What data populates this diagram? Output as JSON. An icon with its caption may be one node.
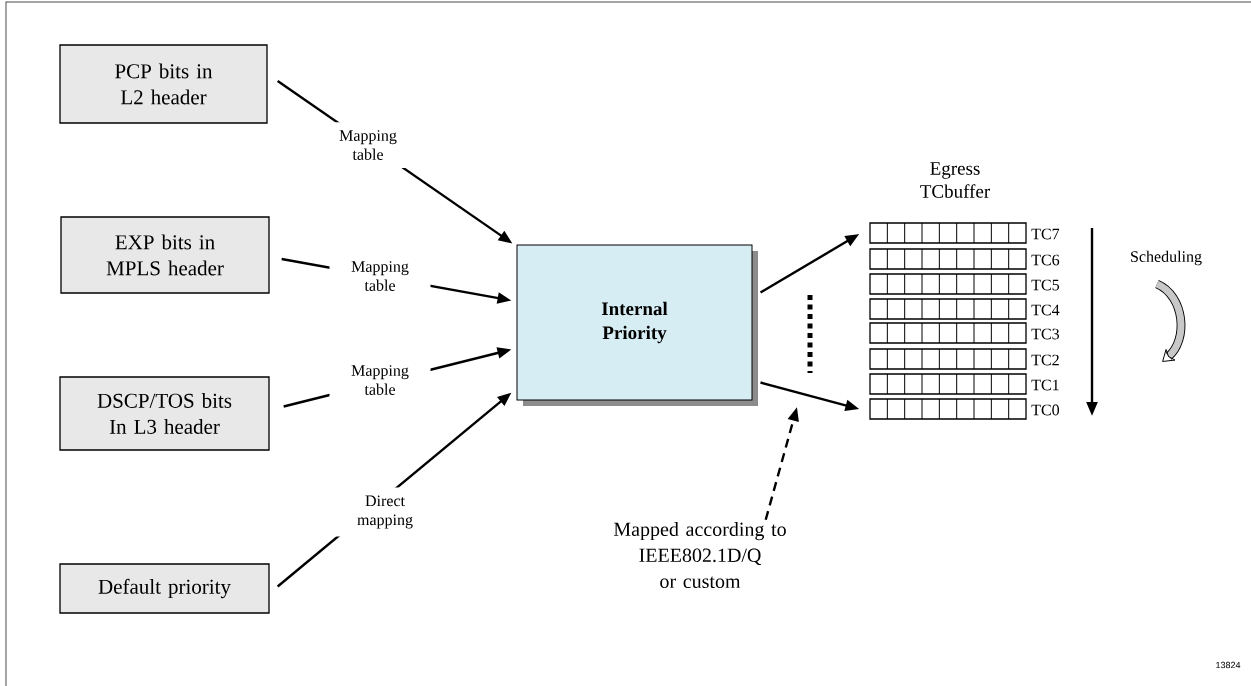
{
  "diagram": {
    "nodes": [
      {
        "text": [
          "PCP bits in L2 header"
        ]
      },
      {
        "text": [
          "EXP bits in MPLS header"
        ]
      },
      {
        "text": [
          "DSCP/TOS bits In L3 header"
        ]
      },
      {
        "text": [
          "Default priority"
        ]
      },
      {
        "text": [
          "Internal Priority"
        ]
      },
      {
        "text": [],
        "shape": "bar",
        "beside": [
          "TC7"
        ]
      },
      {
        "text": [],
        "shape": "bar",
        "beside": [
          "TC6"
        ]
      },
      {
        "text": [],
        "shape": "bar",
        "beside": [
          "TC5"
        ]
      },
      {
        "text": [],
        "shape": "bar",
        "beside": [
          "TC4"
        ]
      },
      {
        "text": [],
        "shape": "bar",
        "beside": [
          "TC3"
        ]
      },
      {
        "text": [],
        "shape": "bar",
        "beside": [
          "TC2"
        ]
      },
      {
        "text": [],
        "shape": "bar",
        "beside": [
          "TC1"
        ]
      },
      {
        "text": [],
        "shape": "bar",
        "beside": [
          "TC0"
        ]
      },
      {
        "text": [
          "Mapped according to IEEE802.1D/Q or custom"
        ]
      }
    ],
    "edges": [
      {
        "from": 0,
        "to": 4,
        "arrow": "to",
        "label": "Mapping table"
      },
      {
        "from": 1,
        "to": 4,
        "arrow": "to",
        "label": "Mapping table"
      },
      {
        "from": 2,
        "to": 4,
        "arrow": "to",
        "label": "Mapping table"
      },
      {
        "from": 3,
        "to": 4,
        "arrow": "to",
        "label": "Direct mapping"
      },
      {
        "from": 4,
        "to": 5,
        "arrow": "to"
      },
      {
        "from": 4,
        "to": 12,
        "arrow": "to"
      },
      {
        "from": 13,
        "to": null,
        "arrow": "to",
        "style": "dashed"
      }
    ],
    "labels": [
      "Egress TCbuffer",
      "Scheduling",
      "13824"
    ]
  }
}
